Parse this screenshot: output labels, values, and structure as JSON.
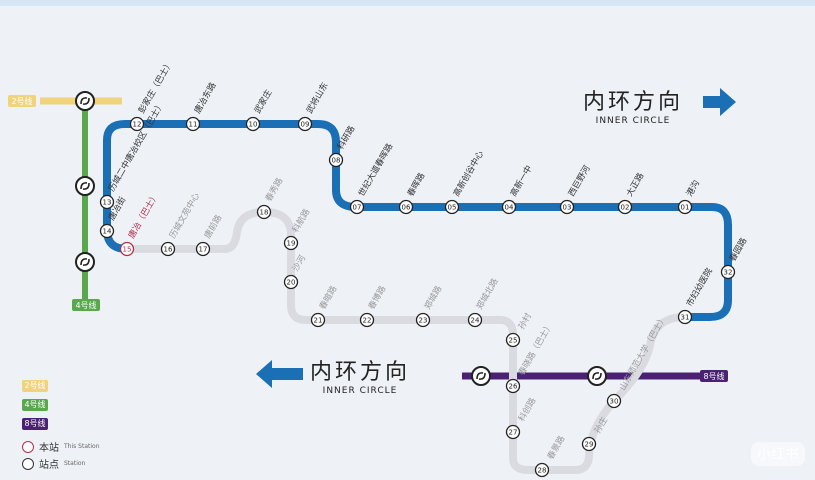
{
  "colors": {
    "blue": "#1a6fb5",
    "grey": "#d9dbe0",
    "green": "#5aa84e",
    "yellow": "#f0d37a",
    "purple": "#4b2174",
    "this_station": "#b0304a"
  },
  "direction_top": {
    "cn": "内环方向",
    "en": "INNER CIRCLE",
    "arrow": "arrow-right-icon"
  },
  "direction_bottom": {
    "cn": "内环方向",
    "en": "INNER CIRCLE",
    "arrow": "arrow-left-icon"
  },
  "lines": {
    "line2": "2号线",
    "line4": "4号线",
    "line8": "8号线"
  },
  "this_station_number": "15",
  "stations": [
    {
      "no": "01",
      "name": "港沟"
    },
    {
      "no": "02",
      "name": "大正路"
    },
    {
      "no": "03",
      "name": "西巨野河"
    },
    {
      "no": "04",
      "name": "高新一中"
    },
    {
      "no": "05",
      "name": "高新创谷中心"
    },
    {
      "no": "06",
      "name": "春晖路"
    },
    {
      "no": "07",
      "name": "世纪大道春晖路"
    },
    {
      "no": "08",
      "name": "科研路"
    },
    {
      "no": "09",
      "name": "武将山东"
    },
    {
      "no": "10",
      "name": "武家庄"
    },
    {
      "no": "11",
      "name": "唐冶东路"
    },
    {
      "no": "12",
      "name": "彭家庄（巴士）"
    },
    {
      "no": "13",
      "name": "历城二中唐冶校区（巴士）"
    },
    {
      "no": "14",
      "name": "唐冶街"
    },
    {
      "no": "15",
      "name": "唐冶（巴士）"
    },
    {
      "no": "16",
      "name": "历城文苑中心"
    },
    {
      "no": "17",
      "name": "唐前路"
    },
    {
      "no": "18",
      "name": "春秀路"
    },
    {
      "no": "19",
      "name": "科航路"
    },
    {
      "no": "20",
      "name": "沙河"
    },
    {
      "no": "21",
      "name": "春暄路"
    },
    {
      "no": "22",
      "name": "春博路"
    },
    {
      "no": "23",
      "name": "郑城路"
    },
    {
      "no": "24",
      "name": "郑城北路"
    },
    {
      "no": "25",
      "name": "孙村"
    },
    {
      "no": "26",
      "name": "春晓路（巴士）"
    },
    {
      "no": "27",
      "name": "科创路"
    },
    {
      "no": "28",
      "name": "春景路"
    },
    {
      "no": "29",
      "name": "孙庄"
    },
    {
      "no": "30",
      "name": "山东师范大学（巴士）"
    },
    {
      "no": "31",
      "name": "市妇幼医院"
    },
    {
      "no": "32",
      "name": "春园路"
    }
  ],
  "legend": {
    "this_station_cn": "本站",
    "this_station_en": "This Station",
    "station_cn": "站点",
    "station_en": "Station"
  },
  "watermark": "小红书"
}
